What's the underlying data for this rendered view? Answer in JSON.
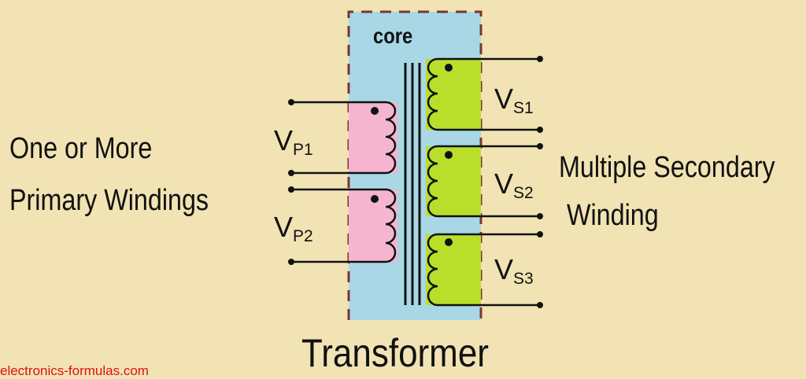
{
  "core_label": "core",
  "primary_label": {
    "line1": "One or More",
    "line2": "Primary Windings"
  },
  "secondary_label": {
    "line1": "Multiple Secondary",
    "line2": "Winding"
  },
  "primary_windings": [
    {
      "v": "V",
      "sub": "P1"
    },
    {
      "v": "V",
      "sub": "P2"
    }
  ],
  "secondary_windings": [
    {
      "v": "V",
      "sub": "S1"
    },
    {
      "v": "V",
      "sub": "S2"
    },
    {
      "v": "V",
      "sub": "S3"
    }
  ],
  "title": "Transformer",
  "watermark": "electronics-formulas.com",
  "colors": {
    "background": "#f1e3b3",
    "core": "#a9d7e6",
    "primary": "#f5b5cf",
    "secondary": "#b9df2b",
    "border": "#7a3434",
    "watermark": "#e01010"
  }
}
